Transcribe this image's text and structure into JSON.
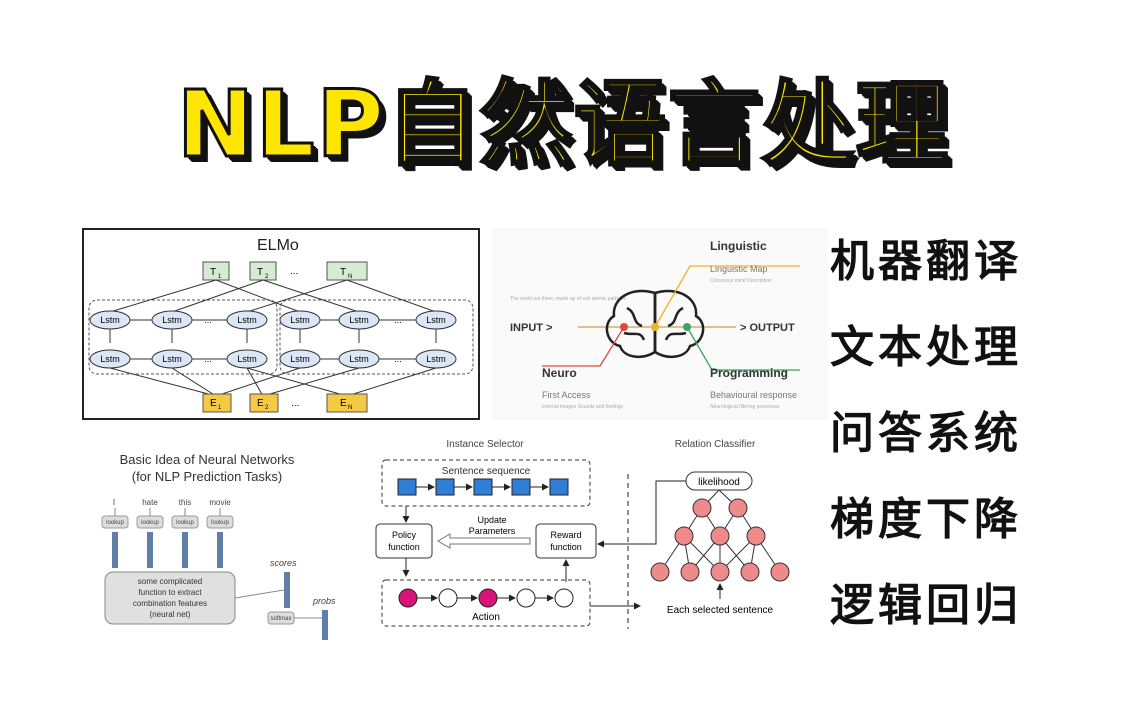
{
  "title": "NLP自然语言处理",
  "topics": [
    "机器翻译",
    "文本处理",
    "问答系统",
    "梯度下降",
    "逻辑回归"
  ],
  "elmo": {
    "title": "ELMo",
    "lstm": "Lstm",
    "dots": "...",
    "T1": "T",
    "T2": "T",
    "TN": "T",
    "T1s": "1",
    "T2s": "2",
    "TNs": "N",
    "E1": "E",
    "E2": "E",
    "EN": "E",
    "E1s": "1",
    "E2s": "2",
    "ENs": "N"
  },
  "brain": {
    "input": "INPUT >",
    "output": "> OUTPUT",
    "world": "The world out there, made up of sub atomic particles",
    "linguistic": "Linguistic",
    "linguistic_map": "Linguistic Map",
    "linguistic_sub": "Conscious mind Description",
    "neuro": "Neuro",
    "first_access": "First Access",
    "first_access_sub": "Internal images Sounds and feelings",
    "programming": "Programming",
    "behavioural": "Behavioural response",
    "behavioural_sub": "Neurological filtering processes"
  },
  "nn": {
    "title1": "Basic Idea of Neural Networks",
    "title2": "(for NLP Prediction Tasks)",
    "words": [
      "I",
      "hate",
      "this",
      "movie"
    ],
    "lookup": "lookup",
    "func1": "some complicated",
    "func2": "function to extract",
    "func3": "combination features",
    "func4": "(neural net)",
    "scores": "scores",
    "softmax": "softmax",
    "probs": "probs"
  },
  "rl": {
    "instance_selector": "Instance Selector",
    "relation_classifier": "Relation Classifier",
    "sentence_sequence": "Sentence sequence",
    "update1": "Update",
    "update2": "Parameters",
    "policy1": "Policy",
    "policy2": "function",
    "reward1": "Reward",
    "reward2": "function",
    "action": "Action",
    "likelihood": "likelihood",
    "each_selected": "Each selected sentence"
  },
  "colors": {
    "banner_fill": "#ffe600",
    "elmo_out": "#d6ecd2",
    "elmo_lstm": "#dbe7f7",
    "elmo_emb": "#f6c945",
    "rl_square": "#2f7fd6",
    "rl_pink": "#d9127a",
    "rl_salmon": "#ef8a8a",
    "brain_red": "#e0483b",
    "brain_yellow": "#f0b323",
    "brain_green": "#3aa55d"
  }
}
